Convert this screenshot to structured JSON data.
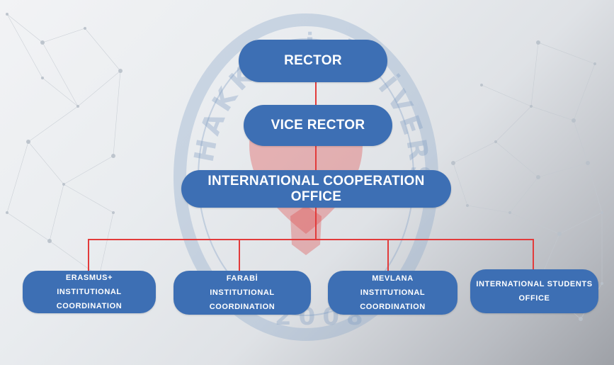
{
  "seal": {
    "text_top": "HAKKARİ ÜNİVERSİTESİ",
    "text_bottom": "2008"
  },
  "colors": {
    "node": "#3d6fb4",
    "connector": "#e23b3b"
  },
  "orgchart": {
    "rector": "RECTOR",
    "vice_rector": "VICE RECTOR",
    "office": "INTERNATIONAL COOPERATION OFFICE",
    "units": [
      {
        "lines": [
          "ERASMUS+",
          "INSTITUTIONAL",
          "COORDINATION"
        ]
      },
      {
        "lines": [
          "FARABİ",
          "INSTITUTIONAL",
          "COORDINATION"
        ]
      },
      {
        "lines": [
          "MEVLANA",
          "INSTITUTIONAL",
          "COORDINATION"
        ]
      },
      {
        "lines": [
          "INTERNATIONAL STUDENTS",
          "OFFICE"
        ]
      }
    ]
  }
}
